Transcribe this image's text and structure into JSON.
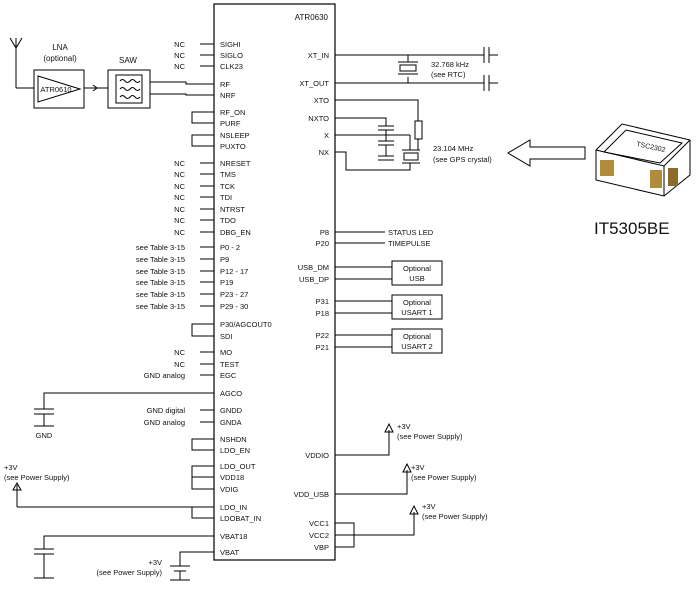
{
  "chip": {
    "name": "ATR0630",
    "left_pins": [
      "SIGHI",
      "SIGLO",
      "CLK23",
      "RF",
      "NRF",
      "RF_ON",
      "PURF",
      "NSLEEP",
      "PUXTO",
      "NRESET",
      "TMS",
      "TCK",
      "TDI",
      "NTRST",
      "TDO",
      "DBG_EN",
      "P0 - 2",
      "P9",
      "P12 - 17",
      "P19",
      "P23 - 27",
      "P29 - 30",
      "P30/AGCOUT0",
      "SDI",
      "MO",
      "TEST",
      "EGC",
      "AGCO",
      "GNDD",
      "GNDA",
      "NSHDN",
      "LDO_EN",
      "LDO_OUT",
      "VDD18",
      "VDIG",
      "LDO_IN",
      "LDOBAT_IN",
      "VBAT18",
      "VBAT"
    ],
    "right_pins": [
      "XT_IN",
      "XT_OUT",
      "XTO",
      "NXTO",
      "X",
      "NX",
      "P8",
      "P20",
      "USB_DM",
      "USB_DP",
      "P31",
      "P18",
      "P22",
      "P21",
      "VDDIO",
      "VDD_USB",
      "VCC1",
      "VCC2",
      "VBP"
    ]
  },
  "left_labels": {
    "nc": "NC",
    "see_table": "see Table 3-15",
    "gnd_analog": "GND analog",
    "gnd_digital": "GND digital",
    "gnd": "GND"
  },
  "rf_chain": {
    "lna_title": "LNA",
    "lna_sub": "(optional)",
    "lna_chip": "ATR0610",
    "saw": "SAW"
  },
  "rtc": {
    "freq": "32.768 kHz",
    "note": "(see RTC)"
  },
  "gps_crystal": {
    "freq": "23.104 MHz",
    "note": "(see GPS crystal)"
  },
  "outputs": {
    "status_led": "STATUS LED",
    "timepulse": "TIMEPULSE"
  },
  "optional_boxes": [
    {
      "line1": "Optional",
      "line2": "USB"
    },
    {
      "line1": "Optional",
      "line2": "USART 1"
    },
    {
      "line1": "Optional",
      "line2": "USART 2"
    }
  ],
  "power": {
    "v3": "+3V",
    "supply": "(see Power Supply)"
  },
  "part_label": "IT5305BE",
  "crystal_marking": "TSC2302"
}
